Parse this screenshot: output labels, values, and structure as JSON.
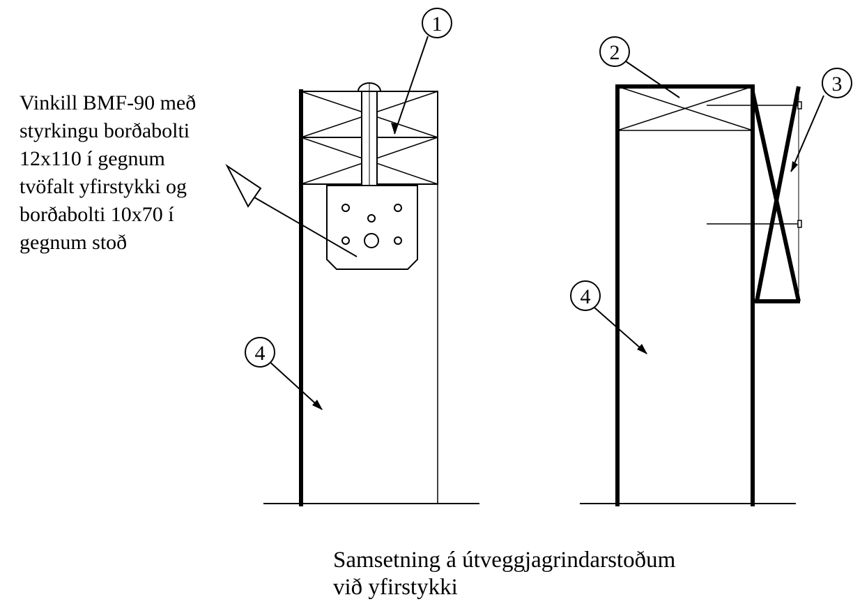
{
  "annotation": {
    "lines": [
      "Vinkill BMF-90 með",
      "styrkingu borðabolti",
      "12x110 í gegnum",
      "tvöfalt yfirstykki og",
      "borðabolti 10x70 í",
      "gegnum stoð"
    ]
  },
  "callouts": {
    "c1": "1",
    "c2": "2",
    "c3": "3",
    "c4_left": "4",
    "c4_right": "4"
  },
  "caption": {
    "line1": "Samsetning á útveggjagrindarstoðum",
    "line2": "við yfirstykki"
  }
}
